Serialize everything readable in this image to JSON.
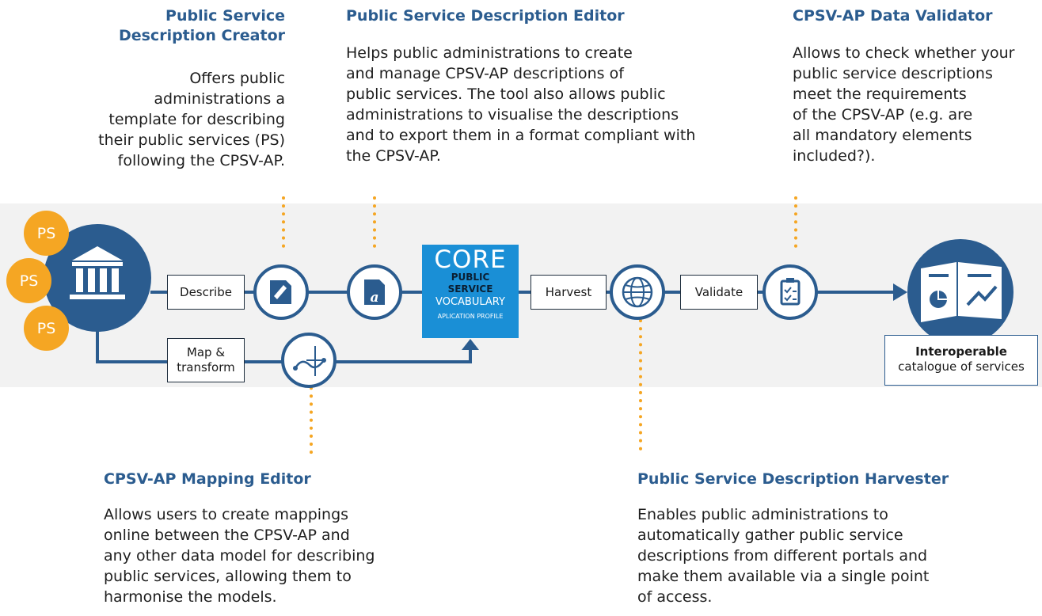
{
  "tools": {
    "creator": {
      "title": "Public Service\nDescription Creator",
      "description": "Offers public\nadministrations a\ntemplate for describing\ntheir public services (PS)\nfollowing the CPSV-AP."
    },
    "editor": {
      "title": "Public Service Description Editor",
      "description": "Helps public administrations to create\nand manage CPSV-AP descriptions of\npublic services. The tool also allows public\nadministrations to visualise the descriptions\nand to export them in a format compliant with\nthe CPSV-AP."
    },
    "validator": {
      "title": "CPSV-AP Data Validator",
      "description": "Allows to check whether your\npublic service descriptions\nmeet the requirements\nof the CPSV-AP (e.g. are\nall mandatory elements\nincluded?)."
    },
    "mapping": {
      "title": "CPSV-AP Mapping Editor",
      "description": "Allows users to create mappings\nonline between the CPSV-AP and\nany other data model for describing\npublic services, allowing them to\nharmonise the models."
    },
    "harvester": {
      "title": "Public Service Description Harvester",
      "description": "Enables public administrations to\nautomatically gather public service\ndescriptions from different portals and\nmake them available via a single point\nof access."
    }
  },
  "flow": {
    "ps_labels": [
      "PS",
      "PS",
      "PS"
    ],
    "describe": "Describe",
    "map_transform": "Map &\ntransform",
    "harvest": "Harvest",
    "validate": "Validate"
  },
  "core": {
    "line1": "CORE",
    "line2": "PUBLIC",
    "line3": "SERVICE",
    "line4": "VOCABULARY",
    "line5": "APLICATION PROFILE"
  },
  "catalogue": {
    "bold": "Interoperable",
    "rest": "catalogue of services"
  },
  "colors": {
    "navy": "#2b5c8f",
    "orange": "#f5a623",
    "core_blue": "#1a8fd6",
    "band": "#f2f2f2"
  },
  "icons": [
    "institution-icon",
    "document-edit-icon",
    "document-text-icon",
    "globe-icon",
    "clipboard-check-icon",
    "mapping-icon",
    "report-chart-icon"
  ]
}
